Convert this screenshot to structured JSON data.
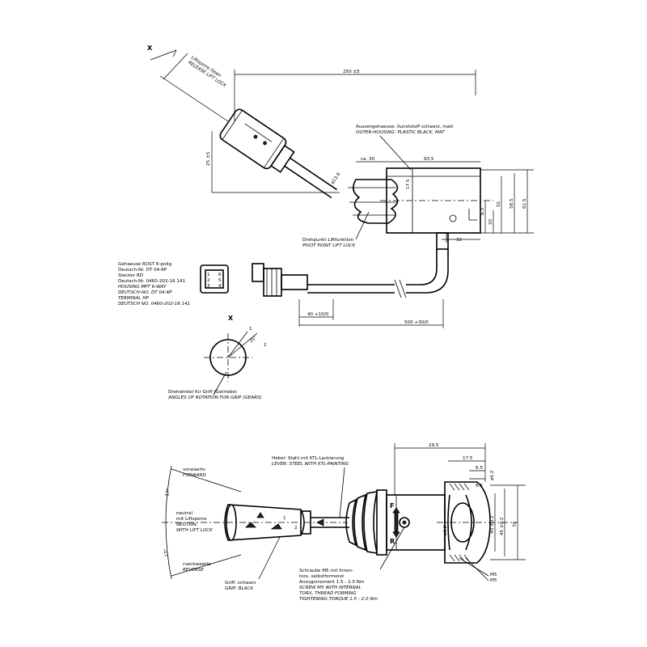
{
  "top_view": {
    "label_x": "X",
    "lift_lock_de": "Liftsperre lösen",
    "lift_lock_en": "RELEASE LIFT LOCK",
    "dim_250": "250 ±5",
    "dim_25": "25 ±5",
    "dim_13_6": "ø13.6",
    "dim_ca30": "ca. 30",
    "dim_93_5": "93.5",
    "dim_17_5": "17.5",
    "dim_55": "55",
    "dim_58_5": "58.5",
    "dim_61_5": "61.5",
    "dim_6_3": "6.3",
    "dim_20": "20",
    "dim_32": "32",
    "outer_housing_de": "Aussengehaeuse: Kunststoff schwarz, matt",
    "outer_housing_en": "OUTER-HOUSING: PLASTIC BLACK, MAT",
    "pivot_de": "Drehpunkt Liftfunktion",
    "pivot_en": "PIVOT POINT LIFT LOCK",
    "connector_lines": [
      "Gehaeuse ROST 6-polig",
      "Deutsch-Nr. DT 04-6P",
      "Stecker RD",
      "Deutsch-Nr. 0460-202-16 141",
      "HOUSING MPT 6-WAY",
      "DEUTSCH-NO. DT 04-6P",
      "TERMINAL HP",
      "DEUTSCH NO. 0460-202-16 141"
    ],
    "pins": [
      "1",
      "6",
      "2",
      "5",
      "3",
      "4"
    ],
    "dim_40": "40 +10/0",
    "dim_500": "500 +30/0"
  },
  "rotation_view": {
    "label_x": "X",
    "mark_1": "1",
    "mark_2": "2",
    "angle": "35°",
    "caption_de": "Drehwinkel für Griff (Getriebe)",
    "caption_en": "ANGLES OF ROTATION FOR GRIP (GEARS)"
  },
  "bottom_view": {
    "forward_de": "vorwaerts",
    "forward_en": "FORWARD",
    "neutral_de": "neutral",
    "lift_lock_de": "mit Liftsperre",
    "neutral_en": "NEUTRAL",
    "lift_lock_en": "WITH LIFT LOCK",
    "reverse_de": "rueckwaerts",
    "reverse_en": "REVERSE",
    "angle_17_top": "17°",
    "angle_17_bot": "17°",
    "gear_1": "1",
    "gear_2": "2",
    "lever_de": "Hebel: Stahl mit KTL-Lackierung",
    "lever_en": "LEVER: STEEL WITH KTL-PAINTING",
    "grip_de": "Griff: schwarz",
    "grip_en": "GRIP: BLACK",
    "screw_lines_de": [
      "Schraube M5 mit Innen-",
      "torx, selbstformend",
      "Anzugsmoment 1.5 - 2.0 Nm"
    ],
    "screw_lines_en": [
      "SCREW M5 WITH INTERNAL",
      "TORX, THREAD FORMING",
      "TIGHTENING TORQUE 1.5 - 2.0 Nm"
    ],
    "f_label": "F",
    "r_label": "R",
    "dim_29_5": "29.5",
    "dim_17_5": "17.5",
    "dim_6_5": "6.5",
    "dim_6_5b": "6.5",
    "dim_5_2": "ø5.2",
    "dim_40": "40 ±0.2",
    "dim_45": "45 ±0.2",
    "dim_70": "70",
    "dim_6_2": "ø6.2",
    "m5_a": "M5",
    "m5_b": "M5"
  }
}
